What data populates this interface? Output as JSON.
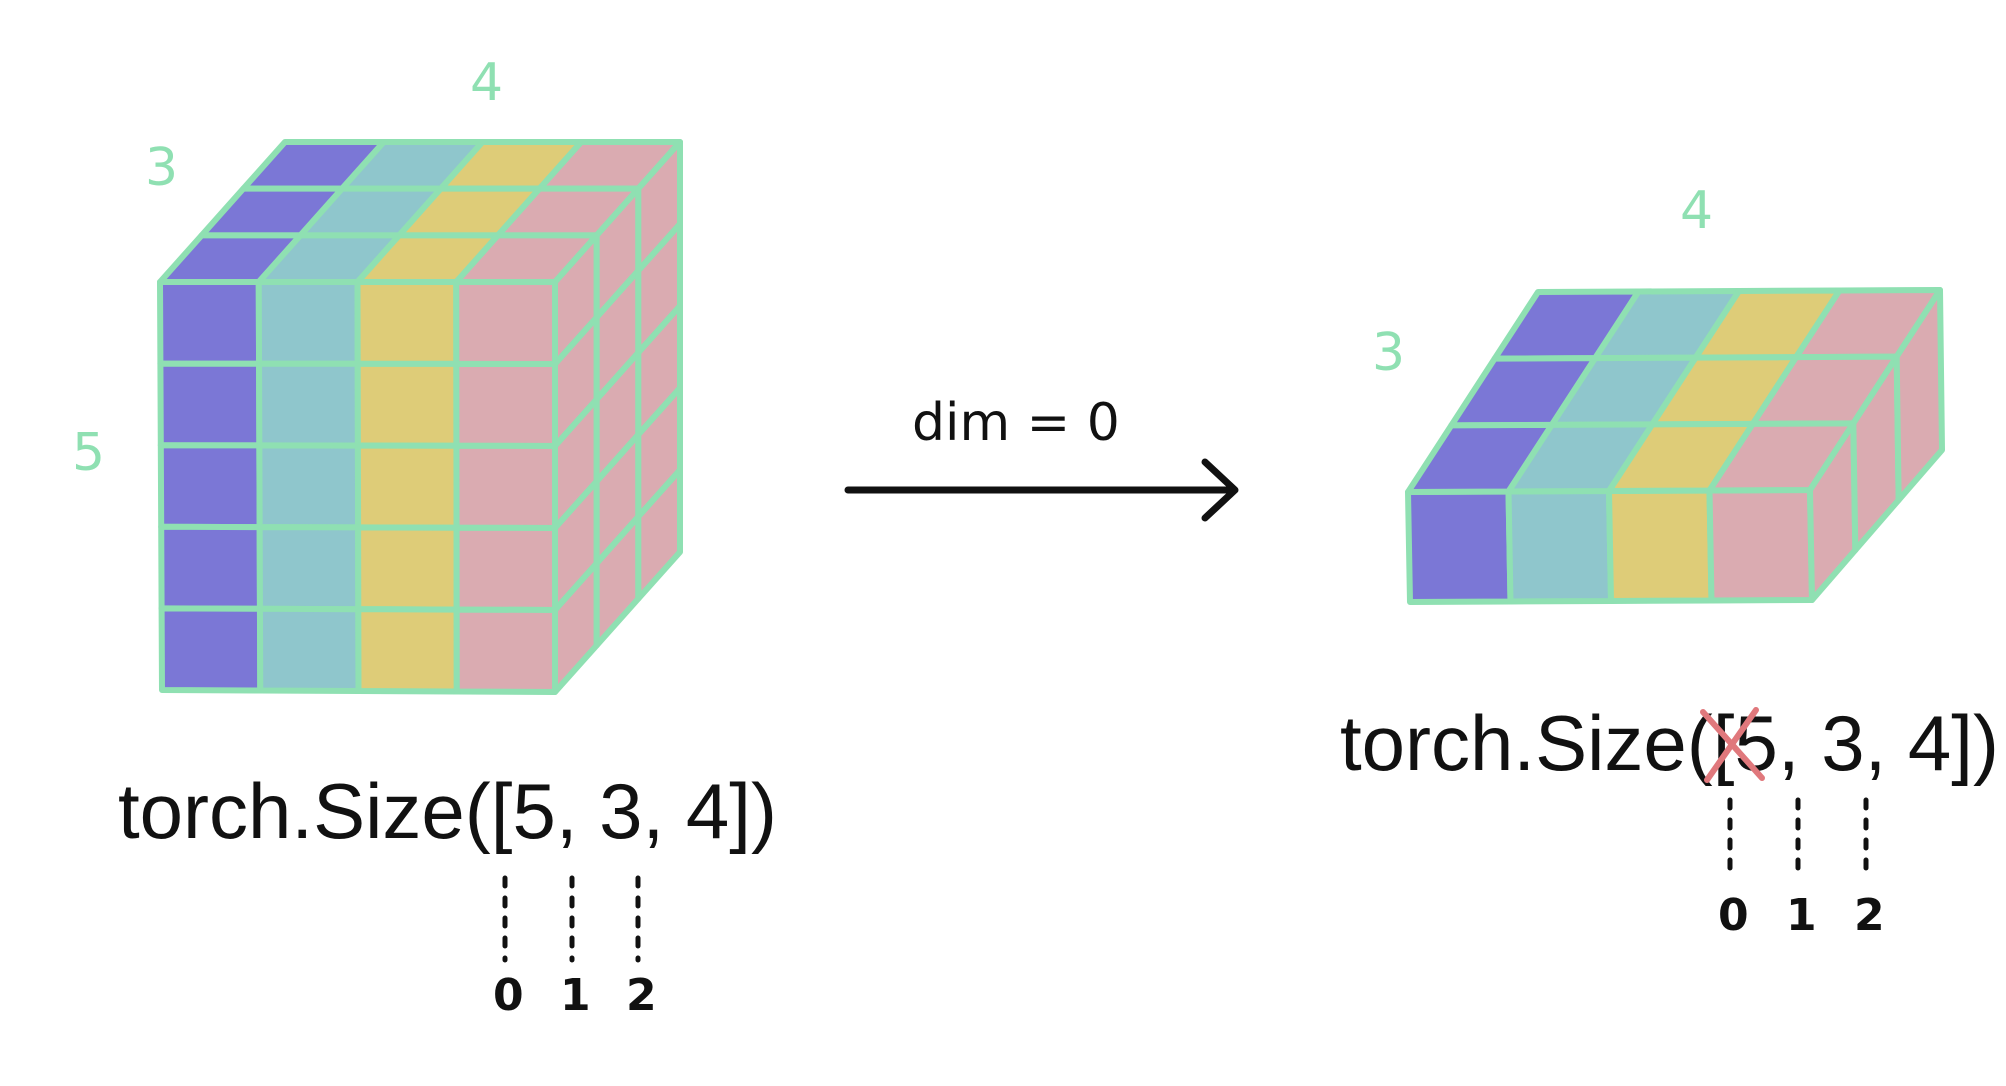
{
  "colors": {
    "outline": "#8fe0b2",
    "column_0": "#7b77d6",
    "column_1": "#8fc6cc",
    "column_2": "#decc78",
    "column_3": "#daabb1",
    "strike": "#e0787c",
    "ink": "#111111"
  },
  "left_tensor": {
    "dims": {
      "height": "5",
      "depth": "3",
      "width": "4"
    },
    "size_label": "torch.Size([5, 3, 4])",
    "axis_indices": [
      "0",
      "1",
      "2"
    ]
  },
  "operation": {
    "label": "dim = 0",
    "arrow_icon": "right-arrow-icon"
  },
  "right_tensor": {
    "dims": {
      "depth": "3",
      "width": "4"
    },
    "size_prefix": "torch.Size([",
    "struck_dim": "5",
    "size_suffix": ", 3, 4])",
    "axis_indices": [
      "0",
      "1",
      "2"
    ]
  }
}
